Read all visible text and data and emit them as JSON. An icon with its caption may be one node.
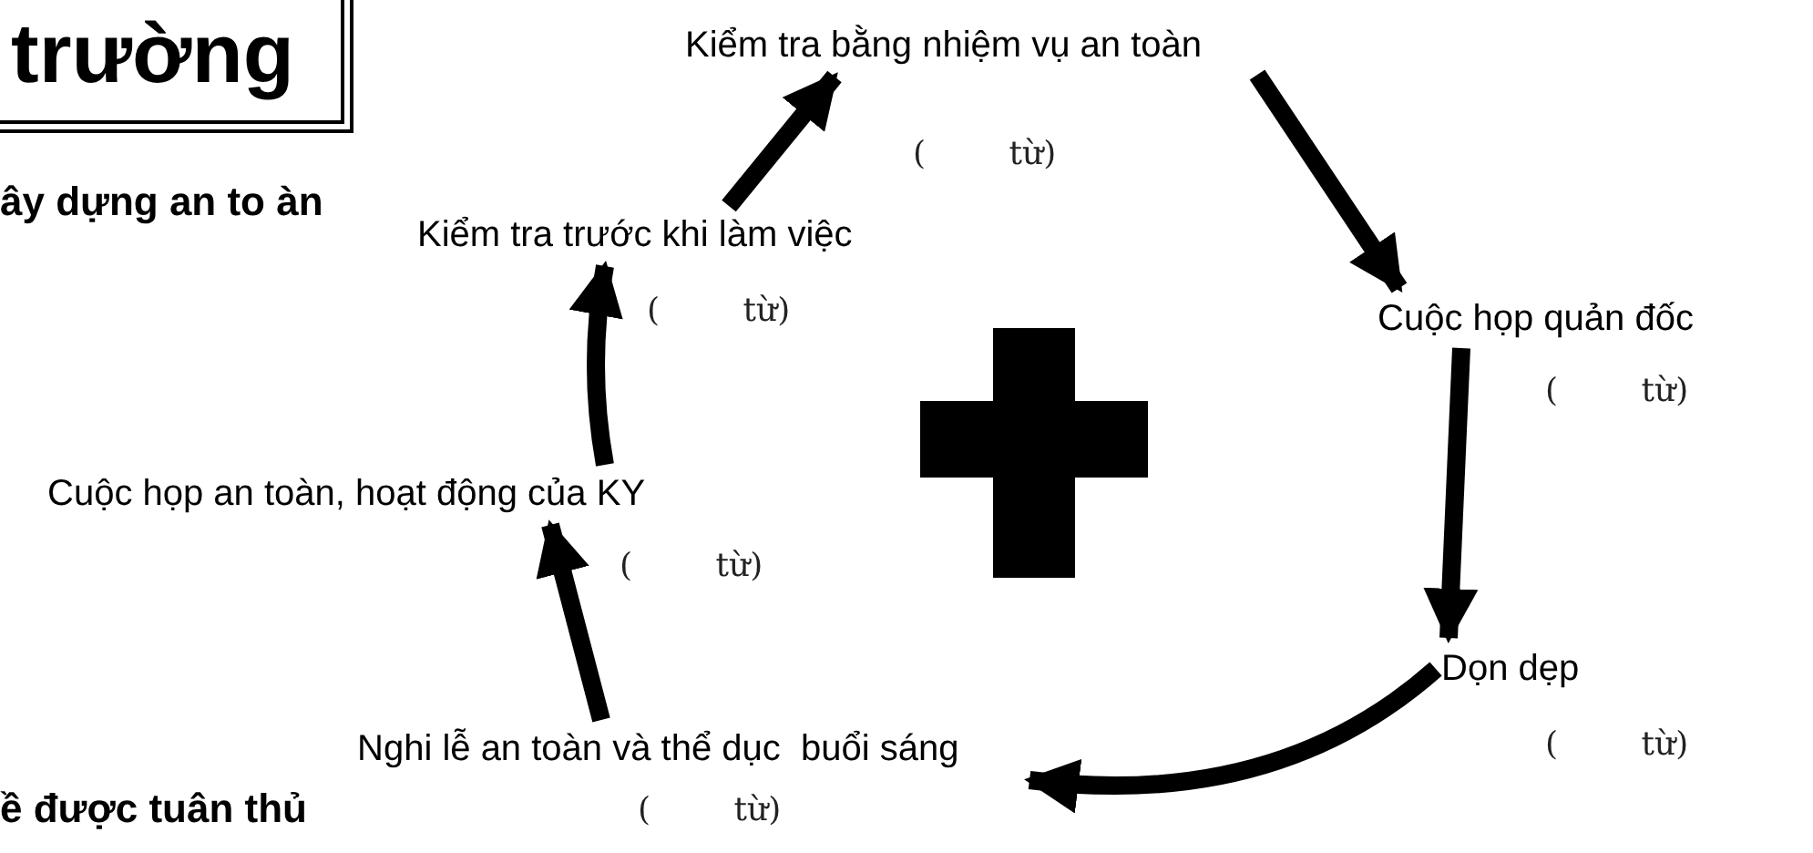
{
  "diagram": {
    "title": "trường",
    "nodes": [
      {
        "text": [
          "Kiểm tra bằng nhiệm vụ an toàn"
        ],
        "beside": [
          "(        từ)"
        ]
      },
      {
        "text": [
          "Kiểm tra trước khi làm việc"
        ],
        "beside": [
          "(        từ)"
        ]
      },
      {
        "text": [
          "Cuộc họp quản đốc"
        ],
        "beside": [
          "(        từ)"
        ]
      },
      {
        "text": [
          "Cuộc họp an toàn, hoạt động của KY"
        ],
        "beside": [
          "(        từ)"
        ]
      },
      {
        "text": [
          "Dọn dẹp"
        ],
        "beside": [
          "(        từ)"
        ]
      },
      {
        "text": [
          "Nghi lễ an toàn và thể dục  buổi sáng"
        ],
        "beside": [
          "(        từ)"
        ]
      }
    ],
    "edges": [
      {
        "from": 1,
        "to": 0,
        "arrow": "to"
      },
      {
        "from": 0,
        "to": 2,
        "arrow": "to"
      },
      {
        "from": 2,
        "to": 4,
        "arrow": "to"
      },
      {
        "from": 4,
        "to": 5,
        "arrow": "to"
      },
      {
        "from": 5,
        "to": 3,
        "arrow": "to"
      },
      {
        "from": 3,
        "to": 1,
        "arrow": "to"
      }
    ],
    "labels": [
      "ây dựng an to àn",
      "ề được tuân thủ"
    ]
  }
}
